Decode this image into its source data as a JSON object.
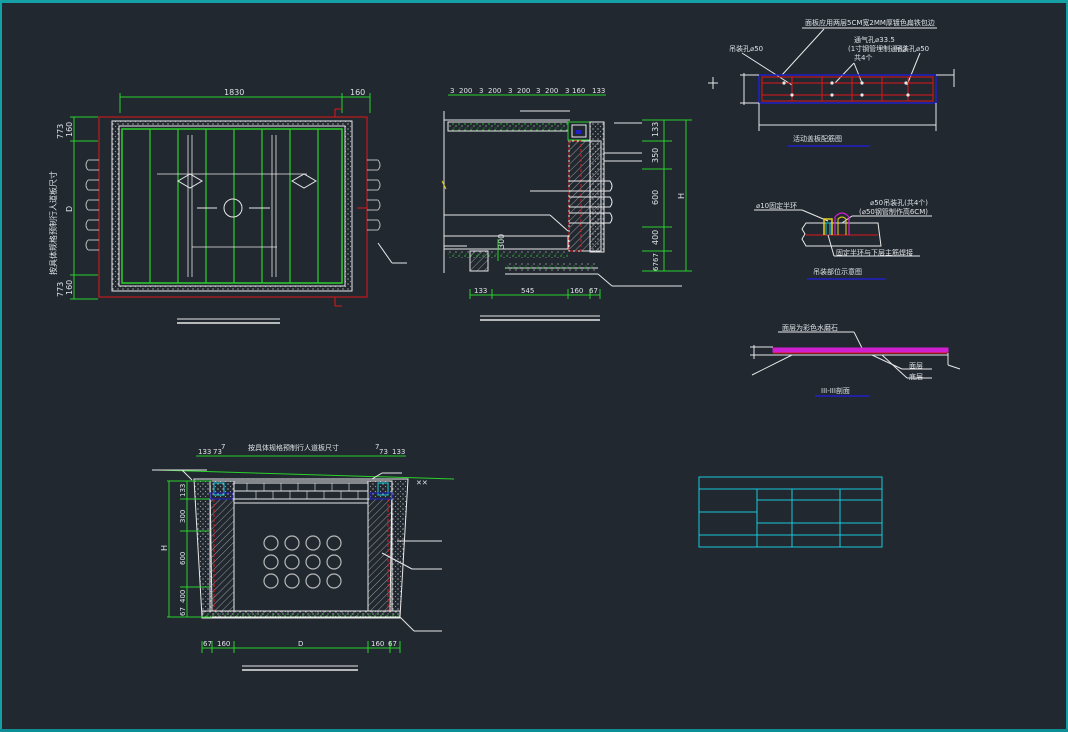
{
  "colors": {
    "background": "#212830",
    "frame": "#15a0a6",
    "dim": "#2bd12b",
    "outline": "#e8e8e8",
    "red": "#e01818",
    "blue": "#2020c8",
    "yellow": "#e6d11a",
    "cyan": "#17c9d9",
    "magenta": "#d01fd0"
  },
  "plan_view": {
    "dim_width": "1830",
    "dim_right": "160",
    "dim_top": "773",
    "dim_top_sub": "160",
    "dim_mid": "D",
    "dim_bottom": "773",
    "dim_bottom_sub": "160",
    "side_note": "按具体规格预制行人道板尺寸"
  },
  "section_view": {
    "top_dims": [
      "3",
      "200",
      "3",
      "200",
      "3",
      "200",
      "3",
      "200",
      "3",
      "160",
      "133"
    ],
    "right_dims": [
      "133",
      "350",
      "600",
      "400",
      "67",
      "67"
    ],
    "right_h": "H",
    "inner_dim": "300",
    "bottom_dims": [
      "133",
      "545",
      "160",
      "67"
    ]
  },
  "lid_detail": {
    "top_note": "面板应用两层5CM宽2MM厚镀色扁铁包边",
    "vent_hole": "通气孔⌀33.5",
    "vent_sub": "(1寸钢管埋制通孔)",
    "vent_count": "共4个",
    "left_hole": "吊装孔⌀50",
    "right_hole": "吊装孔⌀50",
    "caption": "活动盖板配筋图"
  },
  "hanger_detail": {
    "left_label": "⌀10固定半环",
    "right_label": "⌀50吊装孔(共4个)",
    "right_sub": "(⌀50钢管制作高6CM)",
    "bottom_label": "固定半环与下层主筋焊接",
    "caption": "吊装部位示意图"
  },
  "paving_detail": {
    "top_label": "面层为彩色水磨石",
    "label_mid": "面层",
    "label_bottom": "底层",
    "caption": "III-III剖面"
  },
  "cross_section": {
    "top_title": "按具体规格预制行人道板尺寸",
    "top_left_dims": [
      "133",
      "73",
      "7"
    ],
    "top_right_dims": [
      "7",
      "73",
      "133"
    ],
    "left_dims": [
      "133",
      "300",
      "600",
      "400",
      "67"
    ],
    "left_h": "H",
    "bottom_dims": [
      "67",
      "160",
      "D",
      "160",
      "67"
    ]
  }
}
